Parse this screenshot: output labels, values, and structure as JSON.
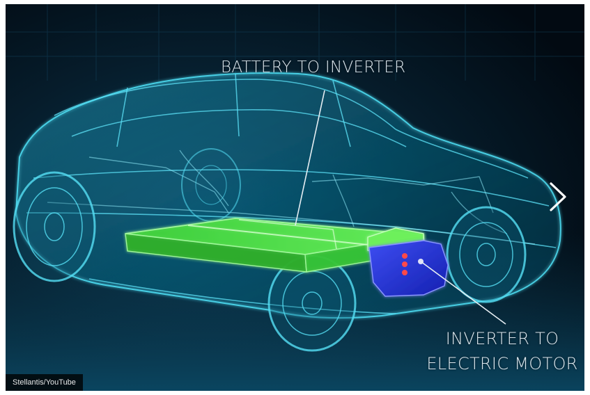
{
  "labels": {
    "battery_to_inverter": "BATTERY TO INVERTER",
    "inverter_to_motor_line1": "INVERTER TO",
    "inverter_to_motor_line2": "ELECTRIC MOTOR"
  },
  "credit": "Stellantis/YouTube",
  "icons": {
    "next": "chevron-right-icon"
  },
  "colors": {
    "wireframe": "#3fd6f0",
    "battery": "#4ee43e",
    "inverter": "#6cf05a",
    "motor": "#2433d8",
    "label_text": "#dce7ee",
    "background": "#03101a"
  }
}
